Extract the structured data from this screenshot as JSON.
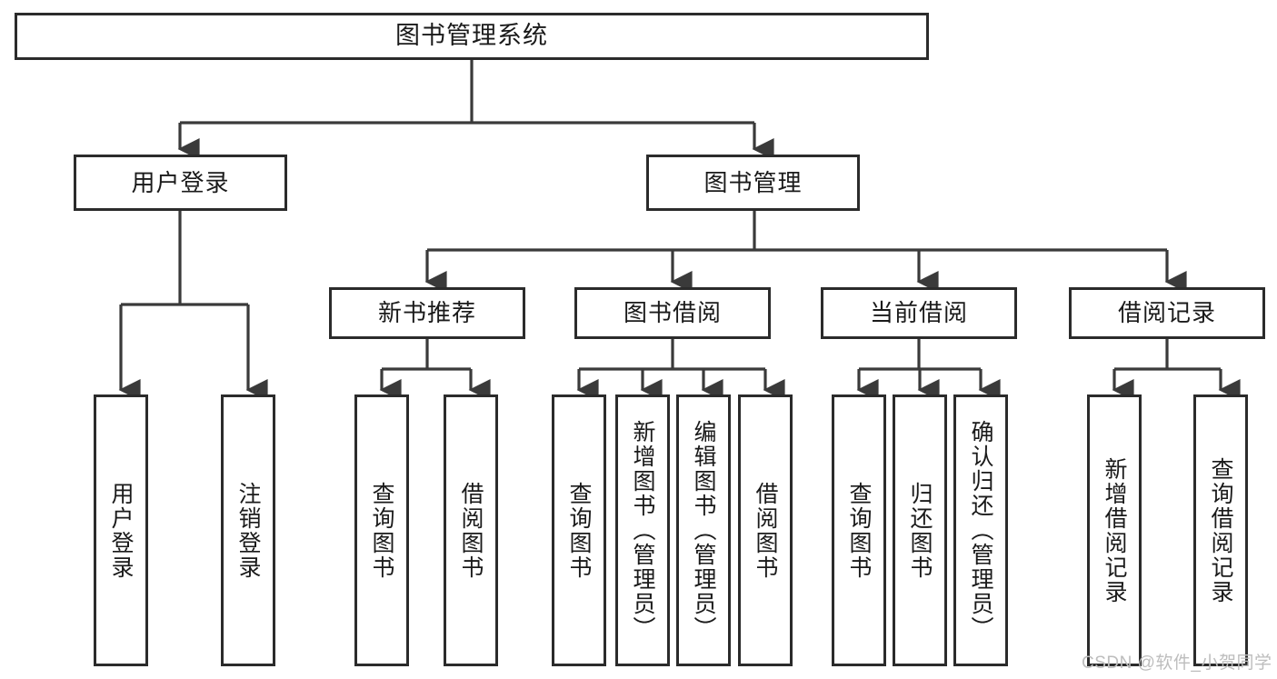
{
  "diagram": {
    "title": "图书管理系统",
    "type": "tree-hierarchy-diagram",
    "colors": {
      "box_border": "#2b2b2b",
      "box_fill": "#ffffff",
      "connector": "#3a3a3a",
      "text": "#1a1a1a",
      "watermark": "#bdbdbd"
    },
    "watermark": "CSDN @软件_小贺同学",
    "root": {
      "label": "图书管理系统"
    },
    "level2": [
      {
        "label": "用户登录"
      },
      {
        "label": "图书管理"
      }
    ],
    "level3": [
      {
        "label": "新书推荐"
      },
      {
        "label": "图书借阅"
      },
      {
        "label": "当前借阅"
      },
      {
        "label": "借阅记录"
      }
    ],
    "leaves": {
      "user_login": [
        {
          "label": "用户登录"
        },
        {
          "label": "注销登录"
        }
      ],
      "new_book_recommend": [
        {
          "label": "查询图书"
        },
        {
          "label": "借阅图书"
        }
      ],
      "book_borrow": [
        {
          "label": "查询图书"
        },
        {
          "label": "新增图书（管理员）"
        },
        {
          "label": "编辑图书（管理员）"
        },
        {
          "label": "借阅图书"
        }
      ],
      "current_borrow": [
        {
          "label": "查询图书"
        },
        {
          "label": "归还图书"
        },
        {
          "label": "确认归还（管理员）"
        }
      ],
      "borrow_record": [
        {
          "label": "新增借阅记录"
        },
        {
          "label": "查询借阅记录"
        }
      ]
    }
  }
}
